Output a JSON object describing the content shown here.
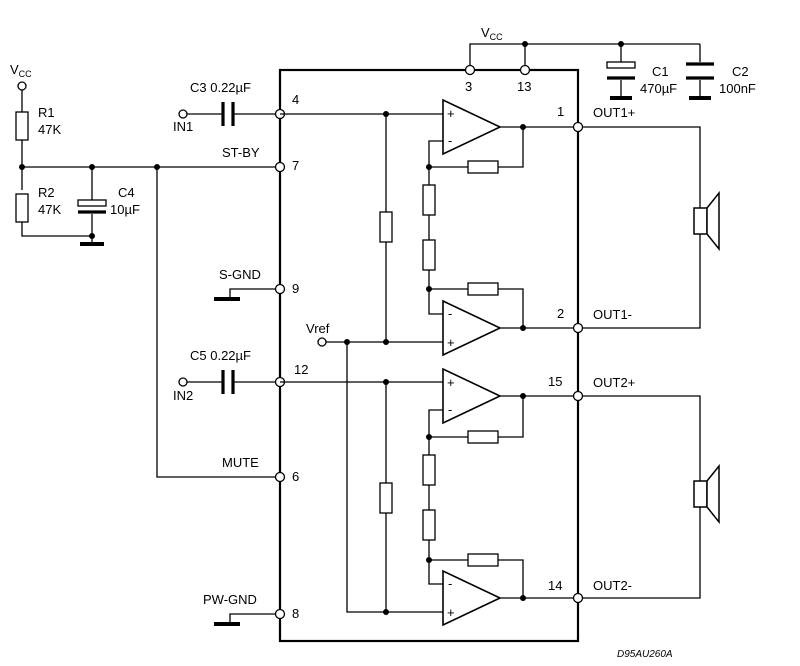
{
  "vcc_top": {
    "main": "V",
    "sub": "CC"
  },
  "vcc_left": {
    "main": "V",
    "sub": "CC"
  },
  "components": {
    "r1": {
      "name": "R1",
      "value": "47K"
    },
    "r2": {
      "name": "R2",
      "value": "47K"
    },
    "c1": {
      "name": "C1",
      "value": "470µF"
    },
    "c2": {
      "name": "C2",
      "value": "100nF"
    },
    "c3": {
      "label": "C3 0.22µF"
    },
    "c4": {
      "name": "C4",
      "value": "10µF"
    },
    "c5": {
      "label": "C5 0.22µF"
    }
  },
  "inputs": {
    "in1": "IN1",
    "in2": "IN2",
    "vref": "Vref"
  },
  "pin_labels": {
    "st_by": "ST-BY",
    "s_gnd": "S-GND",
    "mute": "MUTE",
    "pw_gnd": "PW-GND"
  },
  "pin_numbers": {
    "p4": "4",
    "p7": "7",
    "p9": "9",
    "p12": "12",
    "p6": "6",
    "p8": "8",
    "p3": "3",
    "p13": "13",
    "p1": "1",
    "p2": "2",
    "p15": "15",
    "p14": "14"
  },
  "outputs": {
    "out1p": "OUT1+",
    "out1m": "OUT1-",
    "out2p": "OUT2+",
    "out2m": "OUT2-"
  },
  "amp_signs": {
    "plus": "+",
    "minus": "-"
  },
  "drawing_ref": "D95AU260A"
}
